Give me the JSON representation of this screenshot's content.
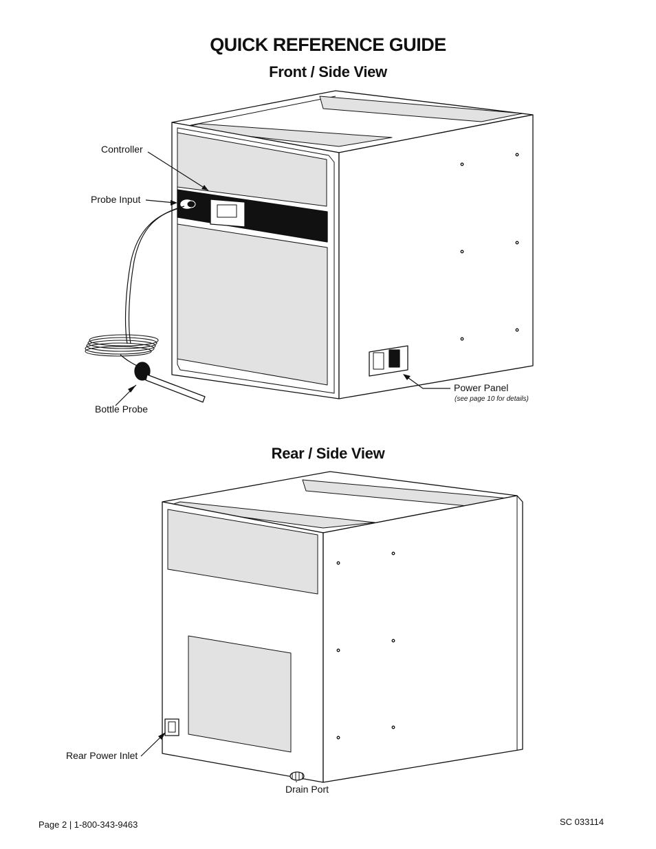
{
  "header": {
    "title": "QUICK REFERENCE GUIDE",
    "front_view_heading": "Front / Side View",
    "rear_view_heading": "Rear / Side View"
  },
  "front_view": {
    "labels": {
      "controller": "Controller",
      "probe_input": "Probe Input",
      "bottle_probe": "Bottle Probe",
      "power_panel": "Power Panel",
      "power_panel_note": "(see page 10 for details)"
    }
  },
  "rear_view": {
    "labels": {
      "rear_power_inlet": "Rear Power Inlet",
      "drain_port": "Drain Port"
    }
  },
  "footer": {
    "page_info": "Page 2 | 1-800-343-9463",
    "doc_code": "SC 033114"
  },
  "colors": {
    "panel_gray": "#e2e2e2",
    "line": "#111111",
    "background": "#ffffff"
  }
}
